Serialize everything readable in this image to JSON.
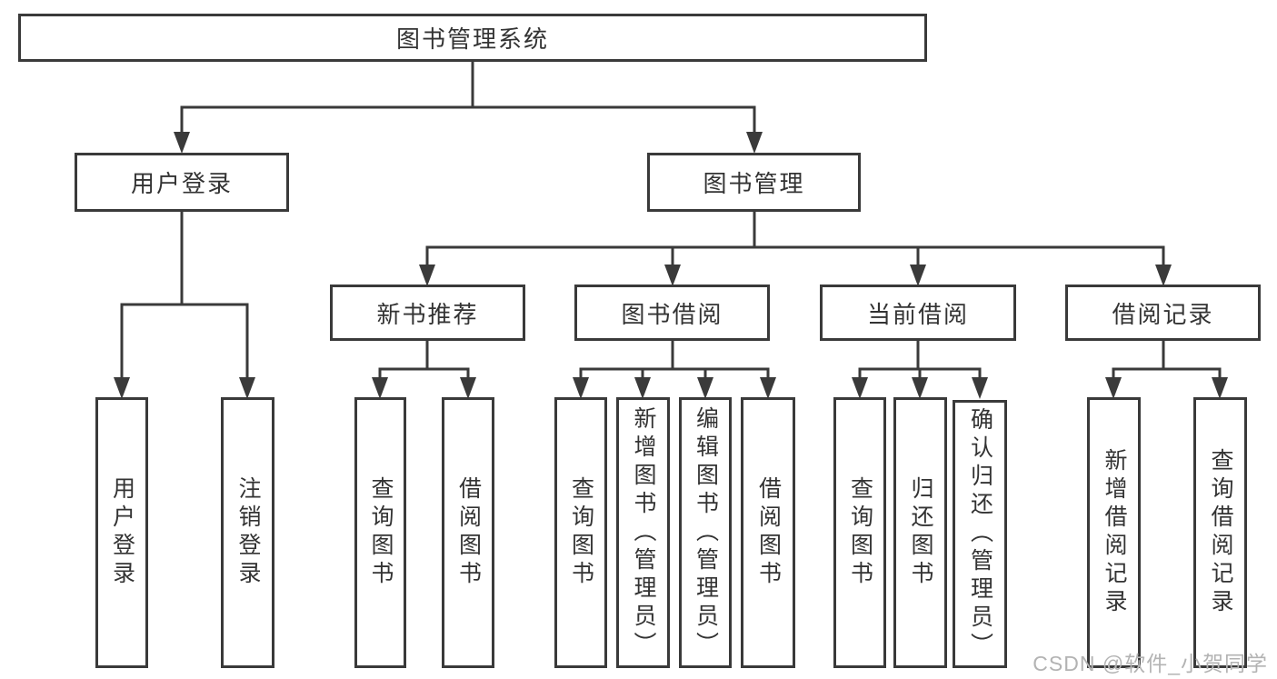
{
  "diagram": {
    "root": {
      "label": "图书管理系统"
    },
    "branches": [
      {
        "label": "用户登录",
        "children": [
          "用户登录",
          "注销登录"
        ]
      },
      {
        "label": "图书管理",
        "categories": [
          {
            "label": "新书推荐",
            "children": [
              "查询图书",
              "借阅图书"
            ]
          },
          {
            "label": "图书借阅",
            "children": [
              "查询图书",
              "新增图书（管理员）",
              "编辑图书（管理员）",
              "借阅图书"
            ]
          },
          {
            "label": "当前借阅",
            "children": [
              "查询图书",
              "归还图书",
              "确认归还（管理员）"
            ]
          },
          {
            "label": "借阅记录",
            "children": [
              "新增借阅记录",
              "查询借阅记录"
            ]
          }
        ]
      }
    ],
    "watermark": "CSDN @软件_小贺同学",
    "colors": {
      "line": "#3a3a3a",
      "text": "#333333",
      "watermark": "#b3b3b3",
      "background": "#ffffff"
    }
  }
}
